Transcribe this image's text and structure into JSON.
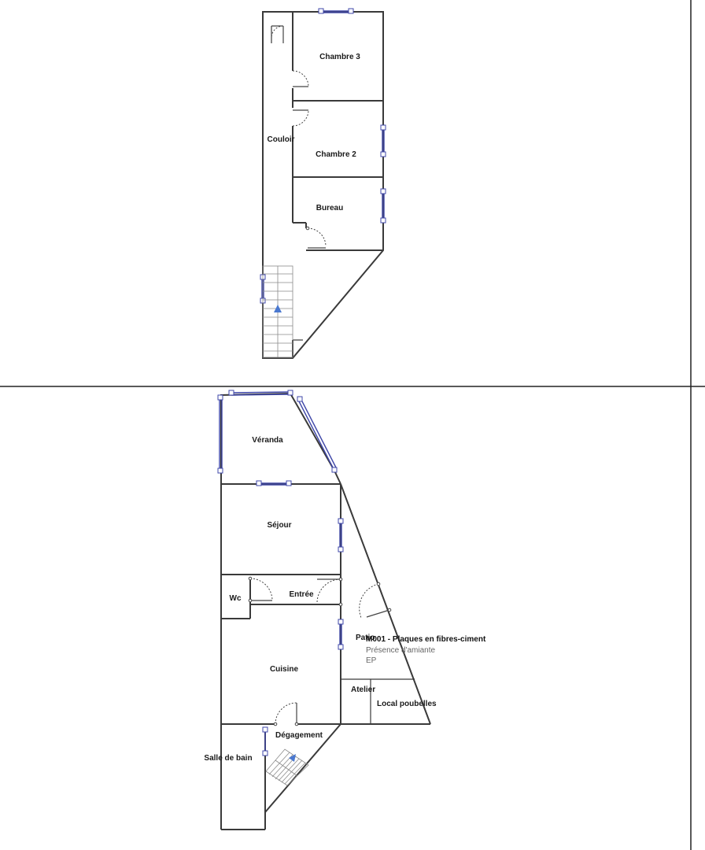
{
  "upper_floor": {
    "rooms": {
      "chambre3": "Chambre 3",
      "chambre2": "Chambre 2",
      "couloir": "Couloir",
      "bureau": "Bureau"
    }
  },
  "ground_floor": {
    "rooms": {
      "veranda": "Véranda",
      "sejour": "Séjour",
      "wc": "Wc",
      "entree": "Entrée",
      "patio": "Patio",
      "cuisine": "Cuisine",
      "atelier": "Atelier",
      "local_poubelles": "Local poubelles",
      "degagement": "Dégagement",
      "salle_de_bain": "Salle de bain"
    },
    "annotation": {
      "line1": "M001 - Plaques en fibres-ciment",
      "line2": "Présence d'amiante",
      "line3": "EP"
    }
  },
  "colors": {
    "wall": "#3a3a3a",
    "window": "#3f47a8",
    "stair_arrow": "#4a78d0",
    "annotation_title": "#111111",
    "annotation_sub": "#666666"
  }
}
